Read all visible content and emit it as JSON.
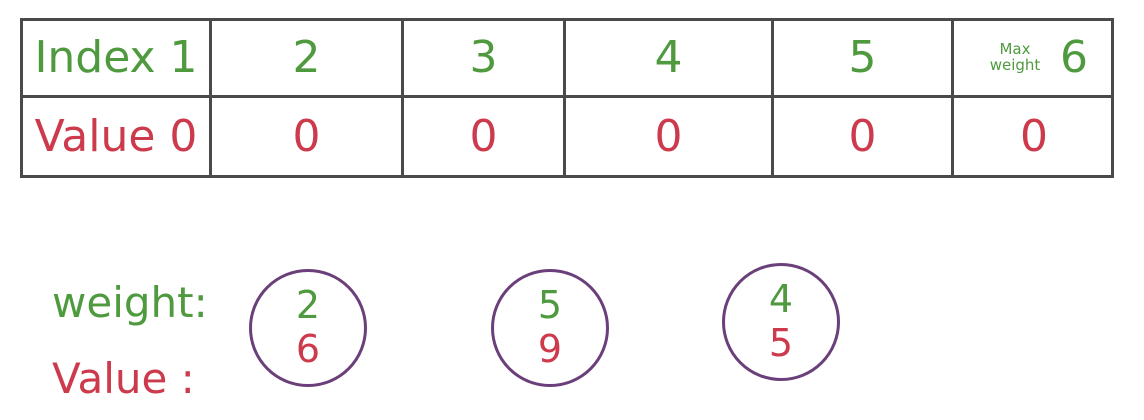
{
  "table": {
    "index_row": {
      "label": "Index 1",
      "cells": [
        "2",
        "3",
        "4",
        "5"
      ],
      "last_cell": {
        "note": "Max weight",
        "value": "6"
      }
    },
    "value_row": {
      "label": "Value 0",
      "cells": [
        "0",
        "0",
        "0",
        "0",
        "0"
      ]
    }
  },
  "items": {
    "weight_label": "weight:",
    "value_label": "Value :",
    "list": [
      {
        "weight": "2",
        "value": "6"
      },
      {
        "weight": "5",
        "value": "9"
      },
      {
        "weight": "4",
        "value": "5"
      }
    ]
  },
  "colors": {
    "weight_text": "#4f9a3f",
    "value_text": "#cc3a4c",
    "circle_stroke": "#6a3f7a",
    "grid_stroke": "#4a4a4a"
  }
}
